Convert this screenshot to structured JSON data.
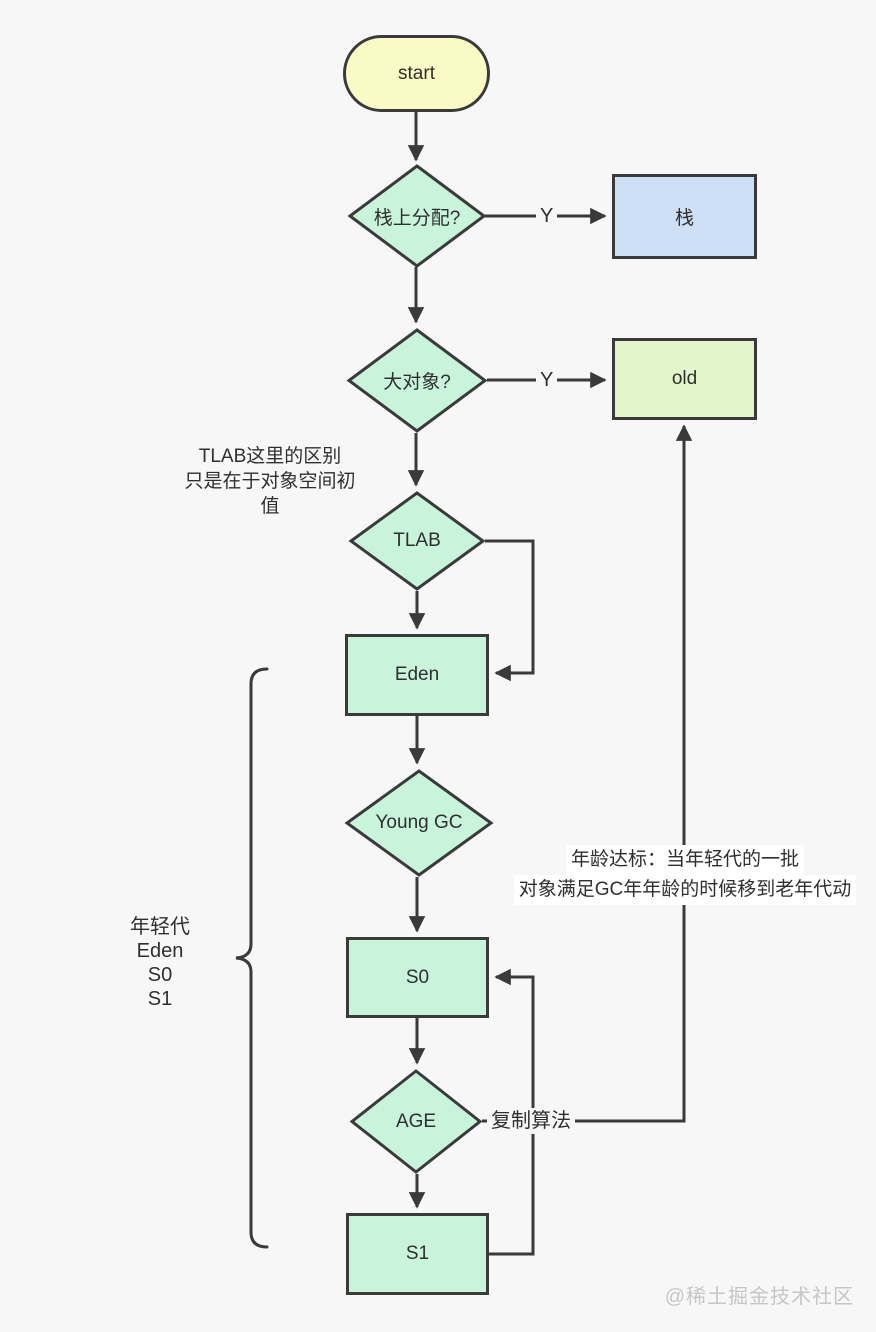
{
  "diagram": {
    "nodes": {
      "start": {
        "label": "start"
      },
      "stack_alloc": {
        "label": "栈上分配?"
      },
      "stack": {
        "label": "栈"
      },
      "big_object": {
        "label": "大对象?"
      },
      "old": {
        "label": "old"
      },
      "tlab": {
        "label": "TLAB"
      },
      "eden": {
        "label": "Eden"
      },
      "young_gc": {
        "label": "Young GC"
      },
      "s0": {
        "label": "S0"
      },
      "age": {
        "label": "AGE"
      },
      "s1": {
        "label": "S1"
      }
    },
    "edges": {
      "stack_alloc_yes": "Y",
      "big_object_yes": "Y",
      "age_to_old": "复制算法"
    },
    "annotations": {
      "tlab_note": {
        "line1": "TLAB这里的区别",
        "line2": "只是在于对象空间初",
        "line3": "值"
      },
      "age_note": {
        "line1": "年龄达标：当年轻代的一批",
        "line2": "对象满足GC年年龄的时候移到老年代动"
      },
      "young_gen": {
        "line1": "年轻代",
        "line2": "Eden",
        "line3": "S0",
        "line4": "S1"
      }
    },
    "watermark": "@稀土掘金技术社区",
    "colors": {
      "background": "#f7f7f7",
      "stroke": "#3a3a3a",
      "text": "#2f2f2f",
      "mint": "#c9f4dc",
      "yellow": "#fafac6",
      "blue": "#cde0f6",
      "old_green": "#e3f6cb",
      "white": "#ffffff",
      "watermark": "#c6c6c6"
    }
  }
}
